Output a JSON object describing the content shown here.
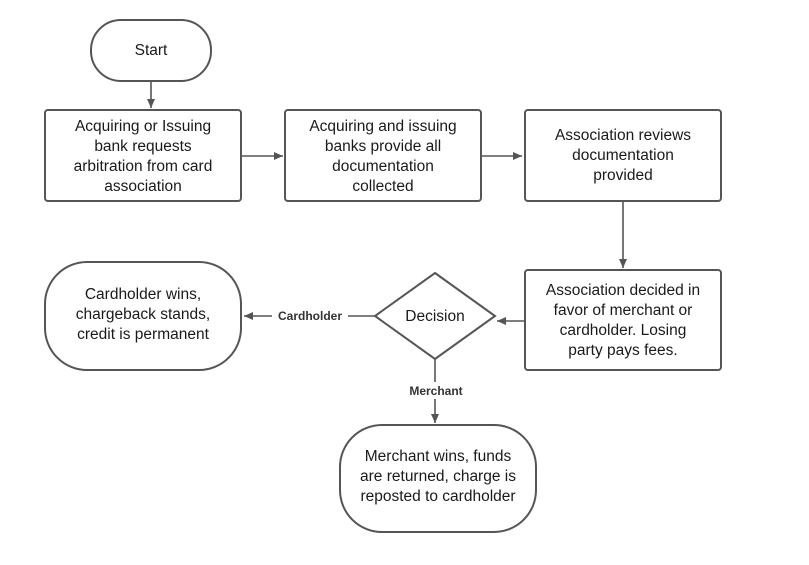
{
  "nodes": {
    "start": {
      "lines": [
        "Start"
      ]
    },
    "request_arbitration": {
      "lines": [
        "Acquiring or Issuing",
        "bank requests",
        "arbitration from card",
        "association"
      ]
    },
    "provide_documentation": {
      "lines": [
        "Acquiring and issuing",
        "banks provide all",
        "documentation",
        "collected"
      ]
    },
    "association_reviews": {
      "lines": [
        "Association reviews",
        "documentation",
        "provided"
      ]
    },
    "association_decided": {
      "lines": [
        "Association decided in",
        "favor of merchant or",
        "cardholder.  Losing",
        "party pays fees."
      ]
    },
    "decision": {
      "lines": [
        "Decision"
      ]
    },
    "cardholder_wins": {
      "lines": [
        "Cardholder wins,",
        "chargeback stands,",
        "credit is permanent"
      ]
    },
    "merchant_wins": {
      "lines": [
        "Merchant wins, funds",
        "are returned, charge is",
        "reposted to cardholder"
      ]
    }
  },
  "edge_labels": {
    "cardholder": "Cardholder",
    "merchant": "Merchant"
  },
  "colors": {
    "stroke": "#555555",
    "fill": "#ffffff",
    "text": "#1a1a1a"
  }
}
